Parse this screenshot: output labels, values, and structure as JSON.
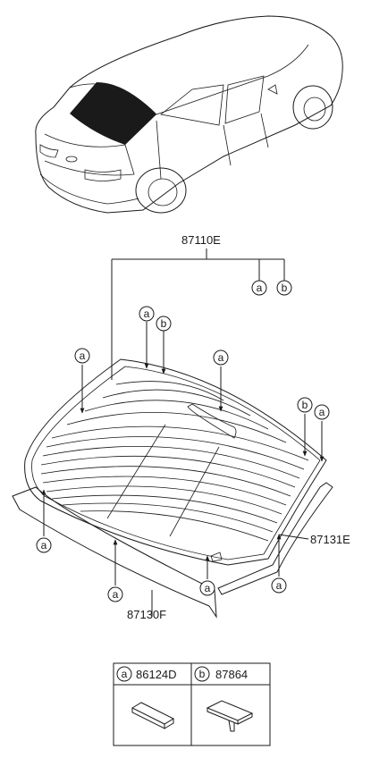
{
  "parts": {
    "main_assembly": "87110E",
    "side_molding": "87131E",
    "lower_molding": "87130F"
  },
  "callout_letters": {
    "a": "a",
    "b": "b"
  },
  "legend": [
    {
      "letter": "a",
      "part_no": "86124D"
    },
    {
      "letter": "b",
      "part_no": "87864"
    }
  ]
}
